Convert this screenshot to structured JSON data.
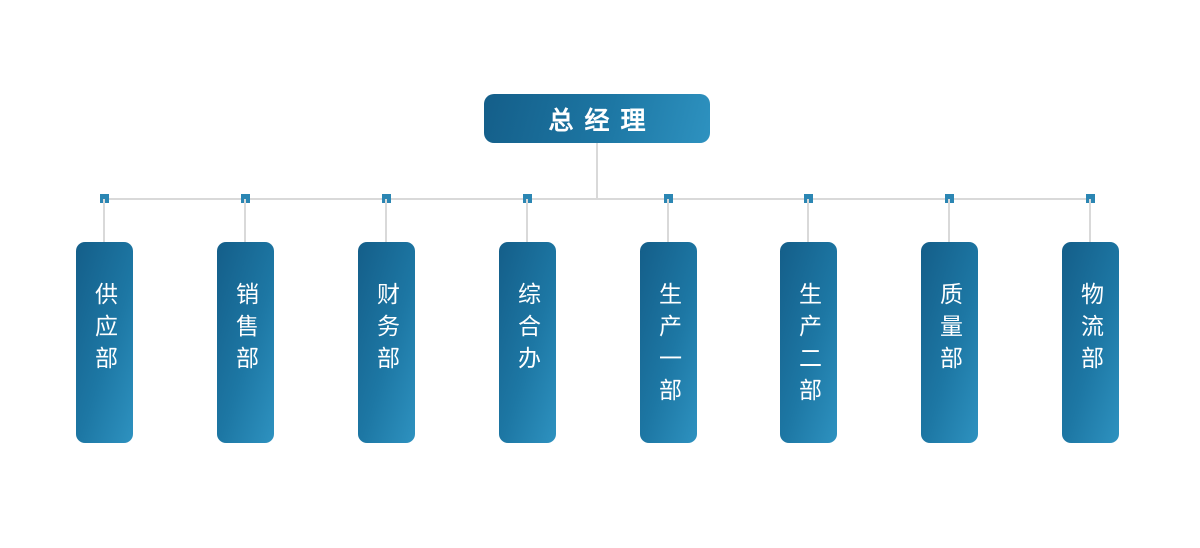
{
  "diagram": {
    "type": "org-chart",
    "root": {
      "label": "总经理"
    },
    "departments": [
      {
        "label": "供应部"
      },
      {
        "label": "销售部"
      },
      {
        "label": "财务部"
      },
      {
        "label": "综合办"
      },
      {
        "label": "生产一部"
      },
      {
        "label": "生产二部"
      },
      {
        "label": "质量部"
      },
      {
        "label": "物流部"
      }
    ],
    "colors": {
      "node_gradient_start": "#145e89",
      "node_gradient_end": "#2e92c0",
      "connector_line": "#d9d9d9",
      "junction_square": "#2b86b3",
      "text": "#ffffff",
      "background": "#ffffff"
    }
  }
}
